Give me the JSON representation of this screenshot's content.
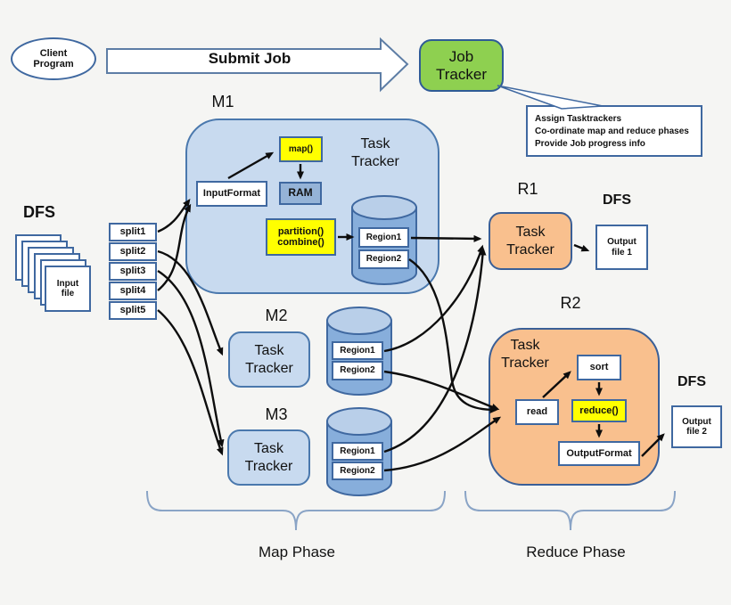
{
  "client": {
    "label": "Client Program"
  },
  "submit": {
    "label": "Submit Job"
  },
  "job_tracker": {
    "label": "Job Tracker"
  },
  "callout": {
    "lines": [
      "Assign Tasktrackers",
      "Co-ordinate map and reduce phases",
      "Provide Job progress info"
    ]
  },
  "dfs_input": {
    "label": "DFS",
    "file": "Input file"
  },
  "splits": [
    "split1",
    "split2",
    "split3",
    "split4",
    "split5"
  ],
  "map_phase": {
    "caption": "Map Phase",
    "m1": {
      "tag": "M1",
      "title": "Task Tracker",
      "input_format": "InputFormat",
      "map_fn": "map()",
      "ram": "RAM",
      "partition_combine": "partition() combine()",
      "region1": "Region1",
      "region2": "Region2"
    },
    "m2": {
      "tag": "M2",
      "title": "Task Tracker",
      "region1": "Region1",
      "region2": "Region2"
    },
    "m3": {
      "tag": "M3",
      "title": "Task Tracker",
      "region1": "Region1",
      "region2": "Region2"
    }
  },
  "reduce_phase": {
    "caption": "Reduce Phase",
    "r1": {
      "tag": "R1",
      "title": "Task Tracker"
    },
    "r2": {
      "tag": "R2",
      "title": "Task Tracker",
      "read": "read",
      "sort": "sort",
      "reduce_fn": "reduce()",
      "output_format": "OutputFormat"
    }
  },
  "dfs_output1": {
    "label": "DFS",
    "file": "Output file 1"
  },
  "dfs_output2": {
    "label": "DFS",
    "file": "Output file 2"
  },
  "colors": {
    "background": "#f5f5f3",
    "border_blue": "#3f68a0",
    "map_node_fill": "#c8daef",
    "reduce_node_fill": "#f9c08e",
    "job_tracker_fill": "#8ed050",
    "highlight_yellow": "#ffff00",
    "ram_fill": "#95b3d7",
    "cylinder_fill": "#87aedb",
    "cylinder_top_fill": "#b9cfe9",
    "arrow_black": "#0d0d0d",
    "brace_blue": "#8aa4c6"
  }
}
